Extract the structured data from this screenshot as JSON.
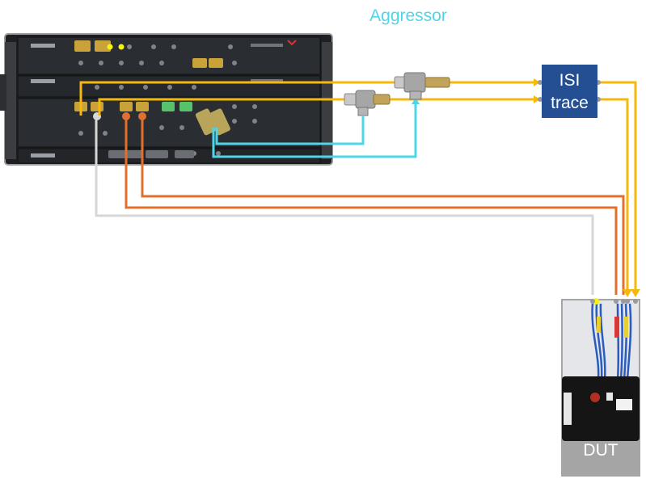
{
  "title": "Aggressor",
  "isi_trace": {
    "line1": "ISI",
    "line2": "trace"
  },
  "dut": {
    "label": "DUT"
  },
  "colors": {
    "aggressor_cable": "#4dd5e8",
    "isi_path": "#f5b80f",
    "orange_path": "#e2702d",
    "gray_path": "#d6d6d6",
    "isi_box": "#245093",
    "dut_box": "#a5a5a5"
  },
  "icons": [
    "bert-instrument",
    "power-divider-tee",
    "sma-adapter",
    "dut-fixture",
    "coax-cable-bundle"
  ]
}
